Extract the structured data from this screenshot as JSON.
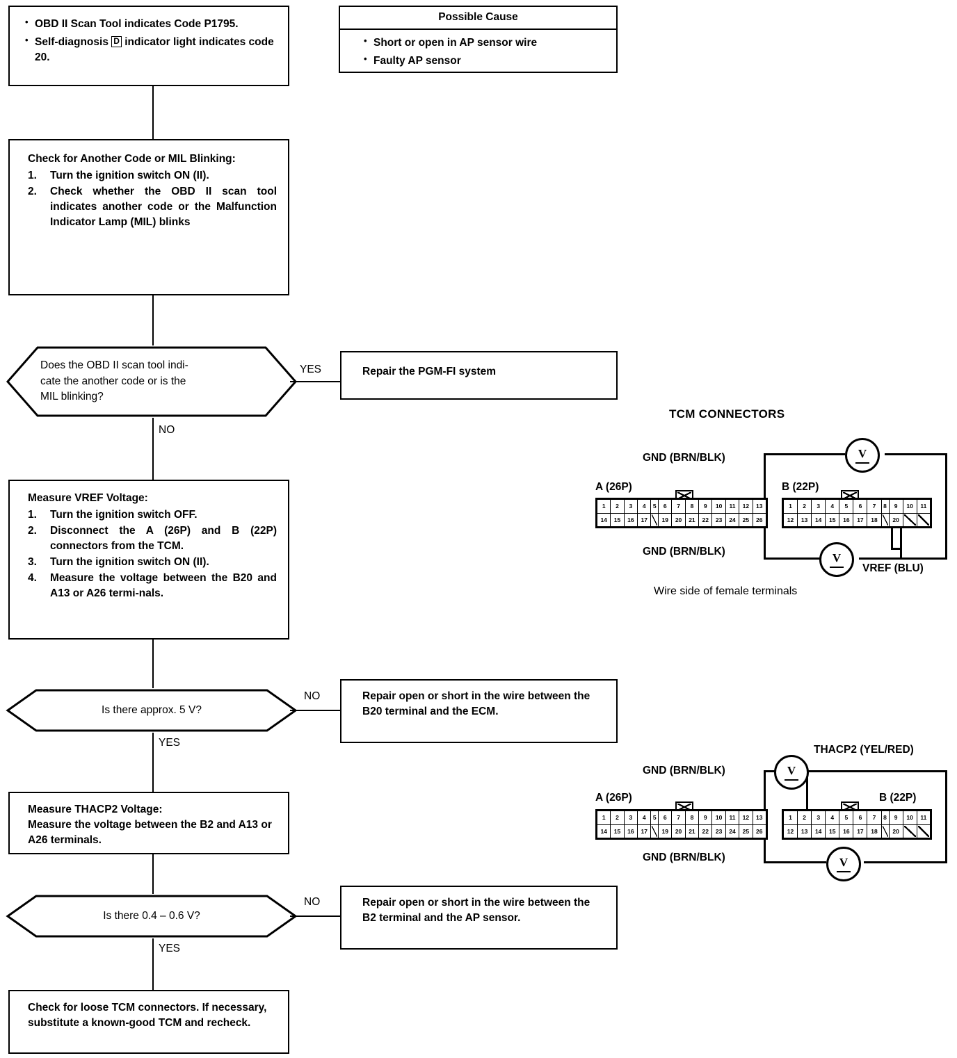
{
  "symptom_box": {
    "items": [
      "OBD II Scan Tool indicates Code P1795.",
      "Self-diagnosis Ⓓ indicator light indicates code 20."
    ],
    "item1": "OBD II Scan Tool indicates Code P1795.",
    "item2_pre": "Self-diagnosis",
    "item2_badge": "D",
    "item2_post": "indicator light indicates code 20."
  },
  "possible_cause": {
    "header": "Possible Cause",
    "items": [
      "Short or open in AP sensor wire",
      "Faulty AP sensor"
    ]
  },
  "step_check_code": {
    "title": "Check for Another Code or MIL Blinking:",
    "steps": [
      "Turn the ignition switch ON (II).",
      "Check whether the OBD II scan tool indicates another code or the Malfunction Indicator Lamp (MIL) blinks"
    ]
  },
  "decision_1": {
    "text": "Does the OBD II scan tool indi-cate the another code or is the MIL blinking?",
    "line1": "Does the OBD II scan tool indi-",
    "line2": "cate the another code or is the",
    "line3": "MIL blinking?",
    "yes_label": "YES",
    "no_label": "NO"
  },
  "result_pgmfi": {
    "text": "Repair the PGM-FI system"
  },
  "step_vref": {
    "title": "Measure VREF Voltage:",
    "steps": [
      "Turn the ignition switch OFF.",
      "Disconnect the A (26P) and B (22P) connectors from the TCM.",
      "Turn the ignition switch ON (II).",
      "Measure the voltage between the B20 and A13 or A26 termi-nals."
    ]
  },
  "decision_2": {
    "text": "Is there approx. 5 V?",
    "yes_label": "YES",
    "no_label": "NO"
  },
  "result_b20": {
    "text": "Repair open or short in the wire between the B20 terminal and the ECM."
  },
  "step_thacp2": {
    "title": "Measure THACP2 Voltage:",
    "body": "Measure the voltage between the B2 and A13 or A26 terminals."
  },
  "decision_3": {
    "text": "Is there 0.4 – 0.6 V?",
    "yes_label": "YES",
    "no_label": "NO"
  },
  "result_b2": {
    "text": "Repair open or short in the wire between the B2 terminal and the AP sensor."
  },
  "final_box": {
    "text": "Check for loose TCM connectors. If necessary, substitute a known-good TCM and recheck."
  },
  "schematic_top": {
    "title": "TCM CONNECTORS",
    "caption": "Wire side of female terminals",
    "label_a": "A (26P)",
    "label_b": "B (22P)",
    "gnd_top": "GND (BRN/BLK)",
    "gnd_bottom": "GND (BRN/BLK)",
    "signal": "VREF (BLU)",
    "meter_glyph": "V",
    "connector_a": {
      "name": "A (26P)",
      "top_row": [
        "1",
        "2",
        "3",
        "4",
        "5",
        "6",
        "7",
        "8",
        "9",
        "10",
        "11",
        "12",
        "13"
      ],
      "bottom_row": [
        "14",
        "15",
        "16",
        "17",
        "",
        "19",
        "20",
        "21",
        "22",
        "23",
        "24",
        "25",
        "26"
      ]
    },
    "connector_b": {
      "name": "B (22P)",
      "top_row": [
        "1",
        "2",
        "3",
        "4",
        "5",
        "6",
        "7",
        "8",
        "9",
        "10",
        "11"
      ],
      "bottom_row": [
        "12",
        "13",
        "14",
        "15",
        "16",
        "17",
        "18",
        "",
        "20",
        "",
        ""
      ]
    }
  },
  "schematic_bottom": {
    "label_a": "A (26P)",
    "label_b": "B (22P)",
    "gnd_top": "GND (BRN/BLK)",
    "gnd_bottom": "GND (BRN/BLK)",
    "signal": "THACP2 (YEL/RED)",
    "meter_glyph": "V",
    "connector_a": {
      "name": "A (26P)",
      "top_row": [
        "1",
        "2",
        "3",
        "4",
        "5",
        "6",
        "7",
        "8",
        "9",
        "10",
        "11",
        "12",
        "13"
      ],
      "bottom_row": [
        "14",
        "15",
        "16",
        "17",
        "",
        "19",
        "20",
        "21",
        "22",
        "23",
        "24",
        "25",
        "26"
      ]
    },
    "connector_b": {
      "name": "B (22P)",
      "top_row": [
        "1",
        "2",
        "3",
        "4",
        "5",
        "6",
        "7",
        "8",
        "9",
        "10",
        "11"
      ],
      "bottom_row": [
        "12",
        "13",
        "14",
        "15",
        "16",
        "17",
        "18",
        "",
        "20",
        "",
        ""
      ]
    }
  }
}
